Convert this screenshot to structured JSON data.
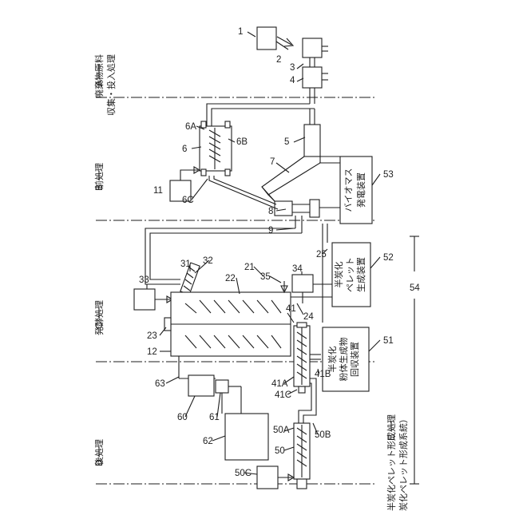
{
  "sections": {
    "a": {
      "letter": "A",
      "label": "廃棄物原料",
      "label2": "収集・投入処理"
    },
    "b": {
      "letter": "B",
      "label": "前処理"
    },
    "c": {
      "letter": "C",
      "label": "発酵処理"
    },
    "d": {
      "letter": "D",
      "label": "後処理"
    },
    "e": {
      "letter": "E",
      "label": "半炭化ペレット形成処理",
      "label2": "（半炭化ペレット形成系統）"
    }
  },
  "devices": {
    "biomass_power": {
      "line1": "バイオマス",
      "line2": "発電装置"
    },
    "pellet_generator": {
      "line1": "半炭化",
      "line2": "ペレット",
      "line3": "生成装置"
    },
    "powder_recovery": {
      "line1": "半炭化",
      "line2": "粉体生成物",
      "line3": "回収装置"
    }
  },
  "refs": {
    "r1": "1",
    "r2": "2",
    "r3": "3",
    "r4": "4",
    "r5": "5",
    "r6": "6",
    "r6a": "6A",
    "r6b": "6B",
    "r6c": "6C",
    "r7": "7",
    "r8": "8",
    "r9": "9",
    "r11": "11",
    "r12": "12",
    "r21": "21",
    "r22": "22",
    "r23": "23",
    "r24": "24",
    "r25": "25",
    "r31": "31",
    "r32": "32",
    "r33": "33",
    "r34": "34",
    "r35": "35",
    "r41": "41",
    "r41a": "41A",
    "r41b": "41B",
    "r41c": "41C",
    "r50": "50",
    "r50a": "50A",
    "r50b": "50B",
    "r50c": "50C",
    "r51": "51",
    "r52": "52",
    "r53": "53",
    "r54": "54",
    "r60": "60",
    "r61": "61",
    "r62": "62",
    "r63": "63"
  }
}
